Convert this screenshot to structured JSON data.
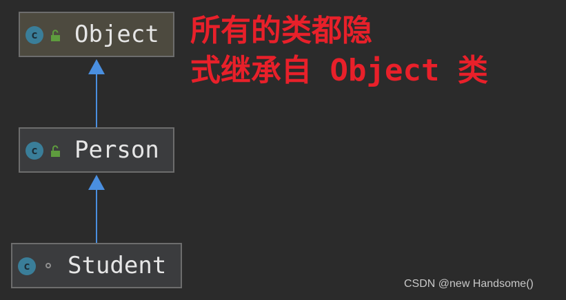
{
  "classes": [
    {
      "name": "Object",
      "icon": "class-icon",
      "modifier": "lock-open-icon"
    },
    {
      "name": "Person",
      "icon": "class-icon",
      "modifier": "lock-open-icon"
    },
    {
      "name": "Student",
      "icon": "class-icon",
      "modifier": "package-private-dot-icon"
    }
  ],
  "class_icon_letter": "c",
  "relations": [
    {
      "from": "Person",
      "to": "Object",
      "type": "inheritance"
    },
    {
      "from": "Student",
      "to": "Person",
      "type": "inheritance"
    }
  ],
  "annotation": {
    "line1": "所有的类都隐",
    "line2": "式继承自 Object 类"
  },
  "watermark": "CSDN @new Handsome()",
  "colors": {
    "background": "#2b2b2b",
    "arrow": "#4a8fe0",
    "annotation": "#e8202a",
    "class_icon": "#3a7e99",
    "lock": "#5e9c3e"
  }
}
